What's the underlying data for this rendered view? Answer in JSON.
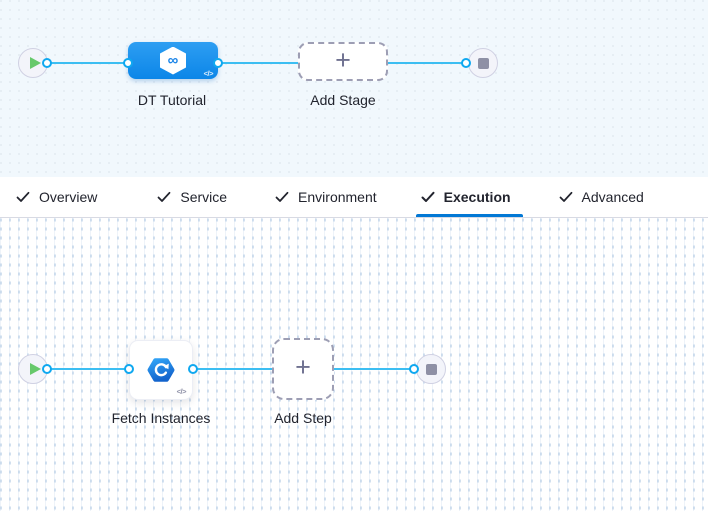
{
  "stage_graph": {
    "stage_label": "DT Tutorial",
    "add_stage_label": "Add Stage"
  },
  "tab_bar": {
    "active_tab": "Execution",
    "tabs": [
      {
        "label": "Overview"
      },
      {
        "label": "Service"
      },
      {
        "label": "Environment"
      },
      {
        "label": "Execution"
      },
      {
        "label": "Advanced"
      }
    ]
  },
  "execution_graph": {
    "step_label": "Fetch Instances",
    "add_step_label": "Add Step"
  },
  "icons": {
    "check": "✓",
    "play": "triangle-right",
    "stop": "square",
    "plus": "+",
    "infinity": "∞",
    "code": "</>"
  },
  "colors": {
    "accent_blue": "#0278d5",
    "edge_blue": "#3cbef2",
    "stage_blue_top": "#2d9ef2",
    "stage_blue_bottom": "#0c86e8",
    "play_green": "#67c96b",
    "stop_gray": "#8e90a5"
  }
}
